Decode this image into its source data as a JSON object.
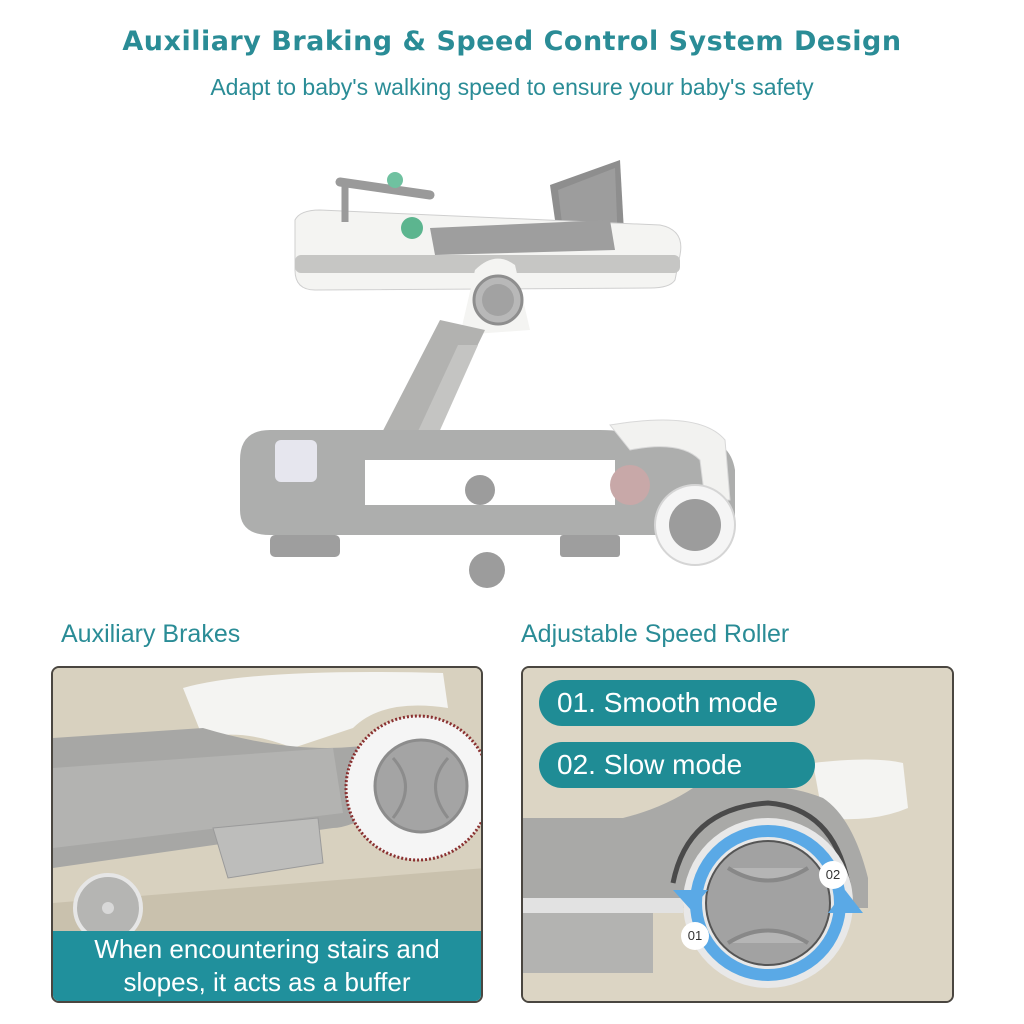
{
  "header": {
    "title": "Auxiliary Braking & Speed Control System Design",
    "subtitle": "Adapt to baby's walking speed to ensure your baby's safety"
  },
  "hero": {
    "image_alt": "Grey baby walker with seat, toy tray and wheels (side view)"
  },
  "sections": {
    "left": {
      "label": "Auxiliary Brakes",
      "caption_line1": "When encountering stairs and",
      "caption_line2": "slopes, it acts as a buffer"
    },
    "right": {
      "label": "Adjustable Speed Roller",
      "modes": [
        {
          "label": "01. Smooth mode"
        },
        {
          "label": "02. Slow mode"
        }
      ],
      "wheel_markers": [
        "01",
        "02"
      ]
    }
  },
  "colors": {
    "teal_text": "#2a8c96",
    "teal_banner": "#20909c",
    "panel_bg": "#d9d2c1",
    "walker_grey": "#a9aaa8",
    "arrow_blue": "#5aa9e6"
  }
}
